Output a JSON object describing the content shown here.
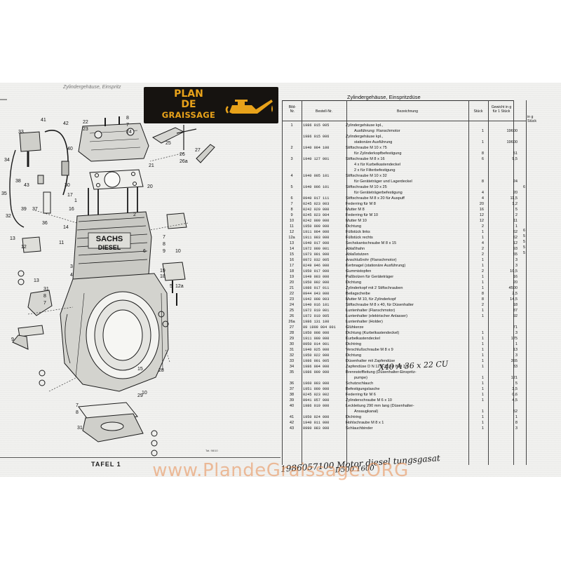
{
  "logo": {
    "line1": "PLAN",
    "line2": "DE",
    "line3": "GRAISSAGE",
    "color": "#e8a21a"
  },
  "watermark": {
    "text": "www.PlandeGraissage.ORG"
  },
  "diagram": {
    "top_header": "Zylindergehäuse, Einspritz",
    "plate_label": "TAFEL 1",
    "print_note": "Tat. 98/10",
    "engine_brand": "SACHS",
    "engine_model": "DIESEL",
    "part_labels": [
      "33",
      "41",
      "42",
      "22",
      "23",
      "8",
      "7",
      "24",
      "34",
      "40",
      "38",
      "25",
      "21",
      "26",
      "26a",
      "27",
      "30",
      "43",
      "35",
      "39",
      "37",
      "36",
      "32",
      "20",
      "16",
      "17",
      "1",
      "2",
      "14",
      "13",
      "11",
      "3",
      "4",
      "12",
      "7",
      "8",
      "9",
      "10",
      "6",
      "5",
      "19",
      "18",
      "12a",
      "13",
      "31",
      "8",
      "7",
      "9",
      "15",
      "28",
      "10",
      "29",
      "7",
      "8",
      "31"
    ]
  },
  "table": {
    "title": "Zylindergehäuse, Einspritzdüse",
    "headers": {
      "pos": "Bild-\nNr.",
      "num": "Bestell-Nr.",
      "desc": "Bezeichnung",
      "qty": "Stück",
      "weight": "Gewicht in g\nfür 1 Stück",
      "side": "in g\nStück"
    },
    "rows": [
      {
        "pos": "1",
        "num": "1986 015 005",
        "desc": "Zylindergehäuse kpl.,",
        "qty": "",
        "wt": ""
      },
      {
        "pos": "",
        "num": "",
        "desc": "Ausführung: Flanschmotor",
        "qty": "1",
        "wt": "19600"
      },
      {
        "pos": "",
        "num": "1986 015 006",
        "desc": "Zylindergehäuse kpl.,",
        "qty": "",
        "wt": ""
      },
      {
        "pos": "",
        "num": "",
        "desc": "stationäre Ausführung",
        "qty": "1",
        "wt": "19600"
      },
      {
        "pos": "2",
        "num": "1940 004 100",
        "desc": "Stiftschraube M 10 x 75",
        "qty": "",
        "wt": ""
      },
      {
        "pos": "",
        "num": "",
        "desc": "für Zylinderkopfbefestigung",
        "qty": "8",
        "wt": "51"
      },
      {
        "pos": "3",
        "num": "1940 127 001",
        "desc": "Stiftschraube M 8 x 16",
        "qty": "6",
        "wt": "9,5"
      },
      {
        "pos": "",
        "num": "",
        "desc": "4 x für Kurbelkastendeckel",
        "qty": "",
        "wt": ""
      },
      {
        "pos": "",
        "num": "",
        "desc": "2 x für Filterbefestigung",
        "qty": "",
        "wt": ""
      },
      {
        "pos": "4",
        "num": "1940 005 101",
        "desc": "Stiftschraube M 10 x 32",
        "qty": "",
        "wt": ""
      },
      {
        "pos": "",
        "num": "",
        "desc": "für Geräteträger und Lagerdeckel",
        "qty": "8",
        "wt": "24"
      },
      {
        "pos": "5",
        "num": "1940 006 101",
        "desc": "Stiftschraube M 10 x 25",
        "qty": "",
        "wt": ""
      },
      {
        "pos": "",
        "num": "",
        "desc": "für Geräteträgerbefestigung",
        "qty": "4",
        "wt": "20"
      },
      {
        "pos": "6",
        "num": "0940 017 111",
        "desc": "Stiftschraube M 8 x 20 für Auspuff",
        "qty": "4",
        "wt": "11,5"
      },
      {
        "pos": "7",
        "num": "0245 023 003",
        "desc": "Federring für M 8",
        "qty": "20",
        "wt": "1,2"
      },
      {
        "pos": "8",
        "num": "0242 020 000",
        "desc": "Mutter M 8",
        "qty": "16",
        "wt": "5"
      },
      {
        "pos": "9",
        "num": "0245 023 004",
        "desc": "Federring für M 10",
        "qty": "12",
        "wt": "2"
      },
      {
        "pos": "10",
        "num": "0242 009 000",
        "desc": "Mutter M 10",
        "qty": "12",
        "wt": "11"
      },
      {
        "pos": "11",
        "num": "1950 009 000",
        "desc": "Dichtung",
        "qty": "2",
        "wt": "1"
      },
      {
        "pos": "12",
        "num": "1911 004 000",
        "desc": "Füllstück links",
        "qty": "1",
        "wt": "62"
      },
      {
        "pos": "12a",
        "num": "1911 003 000",
        "desc": "Füllstück rechts",
        "qty": "1",
        "wt": "62"
      },
      {
        "pos": "13",
        "num": "1940 017 000",
        "desc": "Sechskantschraube M 8 x 15",
        "qty": "4",
        "wt": "12"
      },
      {
        "pos": "14",
        "num": "1972 000 001",
        "desc": "Ablaßhahn",
        "qty": "2",
        "wt": "93"
      },
      {
        "pos": "15",
        "num": "1973 001 000",
        "desc": "Ablaßstutzen",
        "qty": "2",
        "wt": "55"
      },
      {
        "pos": "16",
        "num": "0972 032 005",
        "desc": "Anschlußrohr (Flanschmotor)",
        "qty": "1",
        "wt": "3"
      },
      {
        "pos": "17",
        "num": "0249 046 000",
        "desc": "Kerbnagel (stationäre Ausführung)",
        "qty": "1",
        "wt": "3"
      },
      {
        "pos": "18",
        "num": "1950 017 000",
        "desc": "Gummistopfen",
        "qty": "2",
        "wt": "10,5"
      },
      {
        "pos": "19",
        "num": "1949 003 000",
        "desc": "Paßbolzen für Geräteträger",
        "qty": "1",
        "wt": "16"
      },
      {
        "pos": "20",
        "num": "1950 002 000",
        "desc": "Dichtung",
        "qty": "1",
        "wt": "20"
      },
      {
        "pos": "21",
        "num": "1986 017 011",
        "desc": "Zylinderkopf mit 2 Stiftschrauben",
        "qty": "1",
        "wt": "4500"
      },
      {
        "pos": "22",
        "num": "0944 043 000",
        "desc": "Beilagscheibe",
        "qty": "8",
        "wt": "2,5"
      },
      {
        "pos": "23",
        "num": "1942 008 003",
        "desc": "Mutter M 10, für Zylinderkopf",
        "qty": "8",
        "wt": "14,5"
      },
      {
        "pos": "24",
        "num": "1940 016 101",
        "desc": "Stiftschraube M 8 x 40, für Düsenhalter",
        "qty": "2",
        "wt": "18"
      },
      {
        "pos": "25",
        "num": "1972 010 001",
        "desc": "Luntenhalter (Flanschmotor)",
        "qty": "1",
        "wt": "87"
      },
      {
        "pos": "26",
        "num": "1972 010 005",
        "desc": "Luntenhalter (elektrischer Anlasser)",
        "qty": "1",
        "wt": "92"
      },
      {
        "pos": "26a",
        "num": "1986 131 100",
        "desc": "Luntenhalter (Holder)",
        "qty": "",
        "wt": ""
      },
      {
        "pos": "27",
        "num": "09 1999 004 001",
        "desc": "Glühkerze",
        "qty": "",
        "wt": "71"
      },
      {
        "pos": "28",
        "num": "1950 008 000",
        "desc": "Dichtung (Kurbelkastendeckel)",
        "qty": "1",
        "wt": "3"
      },
      {
        "pos": "29",
        "num": "1911 000 000",
        "desc": "Kurbelkastendeckel",
        "qty": "1",
        "wt": "175"
      },
      {
        "pos": "30",
        "num": "0950 014 001",
        "desc": "Dichtring",
        "qty": "1",
        "wt": "1"
      },
      {
        "pos": "31",
        "num": "1940 025 000",
        "desc": "Verschlußschraube M 8 x 9",
        "qty": "1",
        "wt": "13"
      },
      {
        "pos": "32",
        "num": "1950 022 000",
        "desc": "Dichtung",
        "qty": "1",
        "wt": "3"
      },
      {
        "pos": "33",
        "num": "1986 001 005",
        "desc": "Düsenhalter mit Zapfendüse",
        "qty": "1",
        "wt": "355"
      },
      {
        "pos": "34",
        "num": "1986 004 000",
        "desc": "Zapfendüse D N 12 S D (für Bild 33)",
        "qty": "1",
        "wt": "33"
      },
      {
        "pos": "35",
        "num": "1986 009 000",
        "desc": "Brennstoffleitung (Düsenhalter-Einspritz-",
        "qty": "",
        "wt": ""
      },
      {
        "pos": "",
        "num": "",
        "desc": "pumpe)",
        "qty": "1",
        "wt": "121"
      },
      {
        "pos": "36",
        "num": "1960 003 000",
        "desc": "Schutzschlauch",
        "qty": "1",
        "wt": "5"
      },
      {
        "pos": "37",
        "num": "1951 000 000",
        "desc": "Befestigungslasche",
        "qty": "1",
        "wt": "3,5"
      },
      {
        "pos": "38",
        "num": "0245 023 002",
        "desc": "Federring für M 6",
        "qty": "1",
        "wt": "0,6"
      },
      {
        "pos": "39",
        "num": "0941 057 000",
        "desc": "Zylinderschraube M 6 x 10",
        "qty": "1",
        "wt": "4,5"
      },
      {
        "pos": "40",
        "num": "1986 019 000",
        "desc": "Leckleitung 290 mm lang (Düsenhalter-",
        "qty": "",
        "wt": ""
      },
      {
        "pos": "",
        "num": "",
        "desc": "Ansaugkanal)",
        "qty": "1",
        "wt": "52"
      },
      {
        "pos": "41",
        "num": "1950 024 000",
        "desc": "Dichtring",
        "qty": "1",
        "wt": "1"
      },
      {
        "pos": "42",
        "num": "1940 011 000",
        "desc": "Hohlschraube M 8 x 1",
        "qty": "1",
        "wt": "8"
      },
      {
        "pos": "43",
        "num": "0990 083 000",
        "desc": "Schlauchbinder",
        "qty": "1",
        "wt": "3"
      }
    ],
    "side_marks": [
      "6",
      "6",
      "5",
      "5",
      "5",
      "5"
    ]
  },
  "handwriting": {
    "note_gasket": "X40 A 36 x 22 CU",
    "note_bottom": "1986057100  Motor diesel tungsgasat",
    "note_model": "D500  1600"
  }
}
